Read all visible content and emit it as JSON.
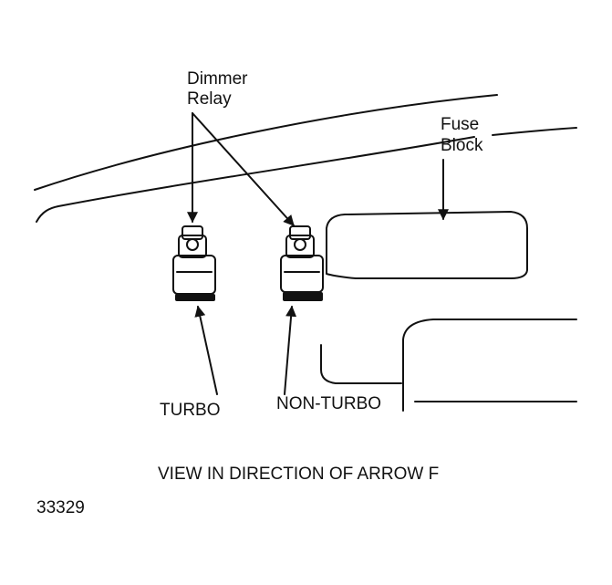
{
  "labels": {
    "dimmer_relay_line1": "Dimmer",
    "dimmer_relay_line2": "Relay",
    "fuse_block_line1": "Fuse",
    "fuse_block_line2": "Block",
    "turbo": "TURBO",
    "non_turbo": "NON-TURBO",
    "caption": "VIEW IN DIRECTION OF ARROW F",
    "figure_number": "33329"
  },
  "colors": {
    "ink": "#111111",
    "paper": "#ffffff"
  }
}
